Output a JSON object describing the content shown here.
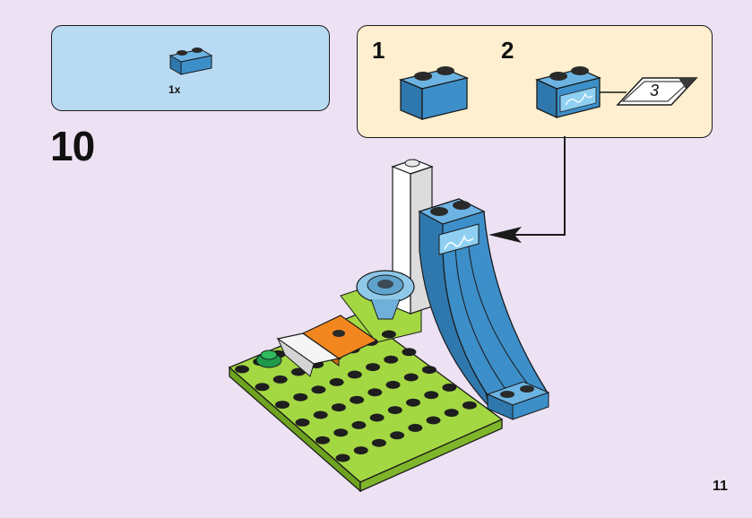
{
  "parts_list": {
    "quantity": "1x",
    "part_icon": "blue-brick-1x2-icon"
  },
  "step": {
    "number": "10"
  },
  "sub_steps": [
    {
      "number": "1",
      "icon": "blue-brick-1x2-icon"
    },
    {
      "number": "2",
      "icon": "printed-blue-brick-icon"
    }
  ],
  "sticker": {
    "number": "3"
  },
  "page": {
    "number": "11"
  },
  "colors": {
    "parts_bg": "#b9daf3",
    "callout_bg": "#fdefcf",
    "page_bg": "#ece2f4",
    "brick_blue": "#3d8fc9",
    "baseplate_green": "#8ccb2a"
  }
}
